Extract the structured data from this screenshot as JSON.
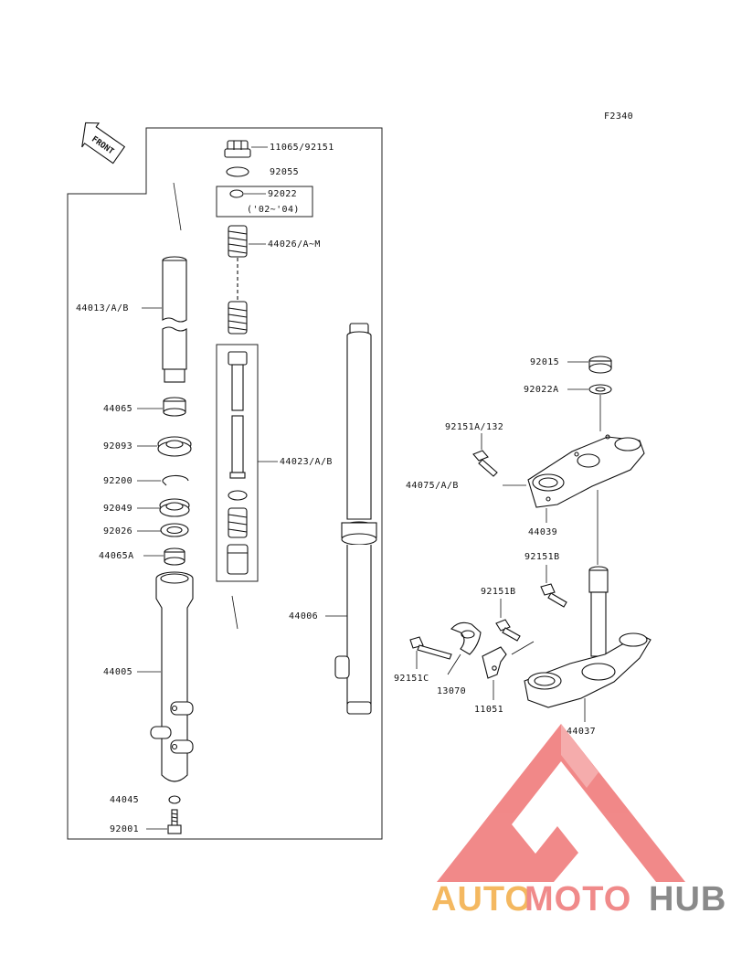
{
  "figure_code": "F2340",
  "front_arrow": "FRONT",
  "labels": {
    "p11065": "11065/92151",
    "p92055": "92055",
    "p92022": "92022",
    "p92022_note": "('02~'04)",
    "p44026": "44026/A~M",
    "p44013": "44013/A/B",
    "p44065": "44065",
    "p92093": "92093",
    "p44023": "44023/A/B",
    "p92200": "92200",
    "p92049": "92049",
    "p92026": "92026",
    "p44065A": "44065A",
    "p44006": "44006",
    "p44005": "44005",
    "p44045": "44045",
    "p92001": "92001",
    "p92015": "92015",
    "p92022A": "92022A",
    "p92151A": "92151A/132",
    "p44075": "44075/A/B",
    "p44039": "44039",
    "p92151B_1": "92151B",
    "p92151B_2": "92151B",
    "p92151C": "92151C",
    "p13070": "13070",
    "p11051": "11051",
    "p44037": "44037"
  },
  "watermark": {
    "part1": "AUTO",
    "part2": "MOTO",
    "part3": "HUB",
    "color1": "#f4b860",
    "color2": "#f08a8a",
    "color3": "#8a8a8a",
    "triangle_color": "#f07c7c"
  }
}
